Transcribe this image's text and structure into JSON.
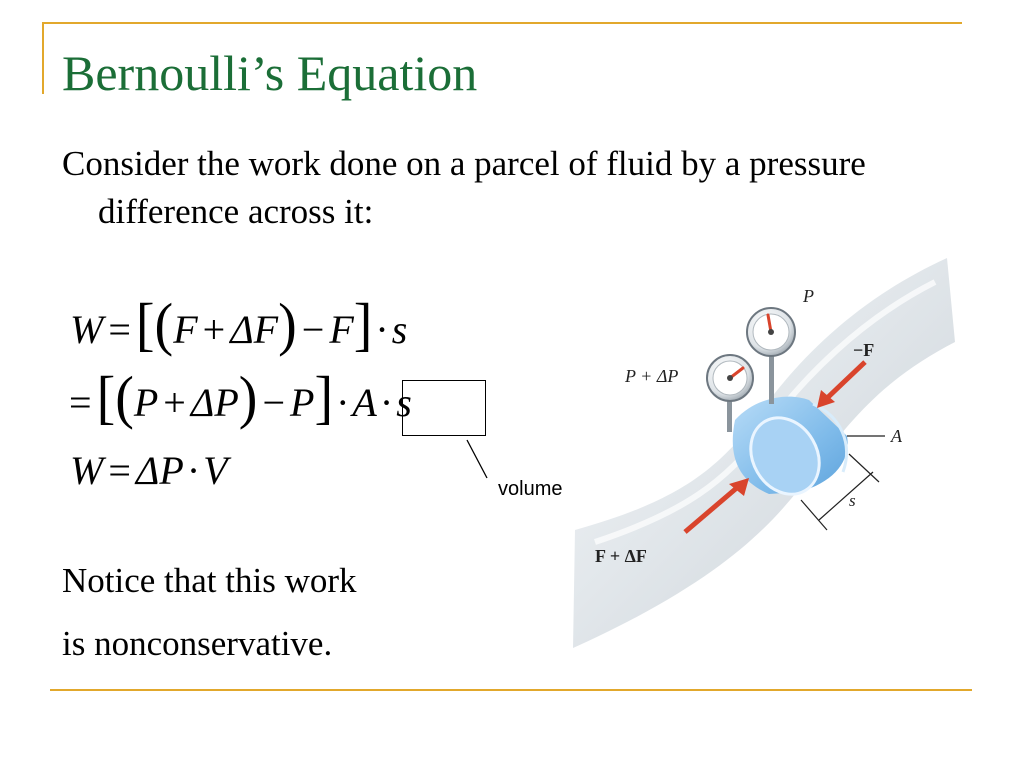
{
  "title": "Bernoulli’s Equation",
  "intro": "Consider the work done on a parcel of fluid by a pressure difference across it:",
  "equations": {
    "eq1": {
      "W": "W",
      "eq": "=",
      "F1": "F",
      "plus": "+",
      "dF": "ΔF",
      "minus": "−",
      "F2": "F",
      "s": "s"
    },
    "eq2": {
      "eq": "=",
      "P1": "P",
      "plus": "+",
      "dP": "ΔP",
      "minus": "−",
      "P2": "P",
      "A": "A",
      "s": "s"
    },
    "eq3": {
      "W": "W",
      "eq": "=",
      "dP": "ΔP",
      "V": "V"
    }
  },
  "volume_label": "volume",
  "note_lines": [
    "Notice that this work",
    "is nonconservative."
  ],
  "figure_labels": {
    "P": "P",
    "P_plus_dP": "P + ΔP",
    "neg_F": "−F",
    "A": "A",
    "s": "s",
    "F_plus_dF": "F + ΔF"
  },
  "colors": {
    "title": "#1b6e37",
    "rule": "#e2a82c",
    "pipe": "#e4e9ed",
    "parcel": "#8ec5ef",
    "arrow": "#d9442c"
  }
}
